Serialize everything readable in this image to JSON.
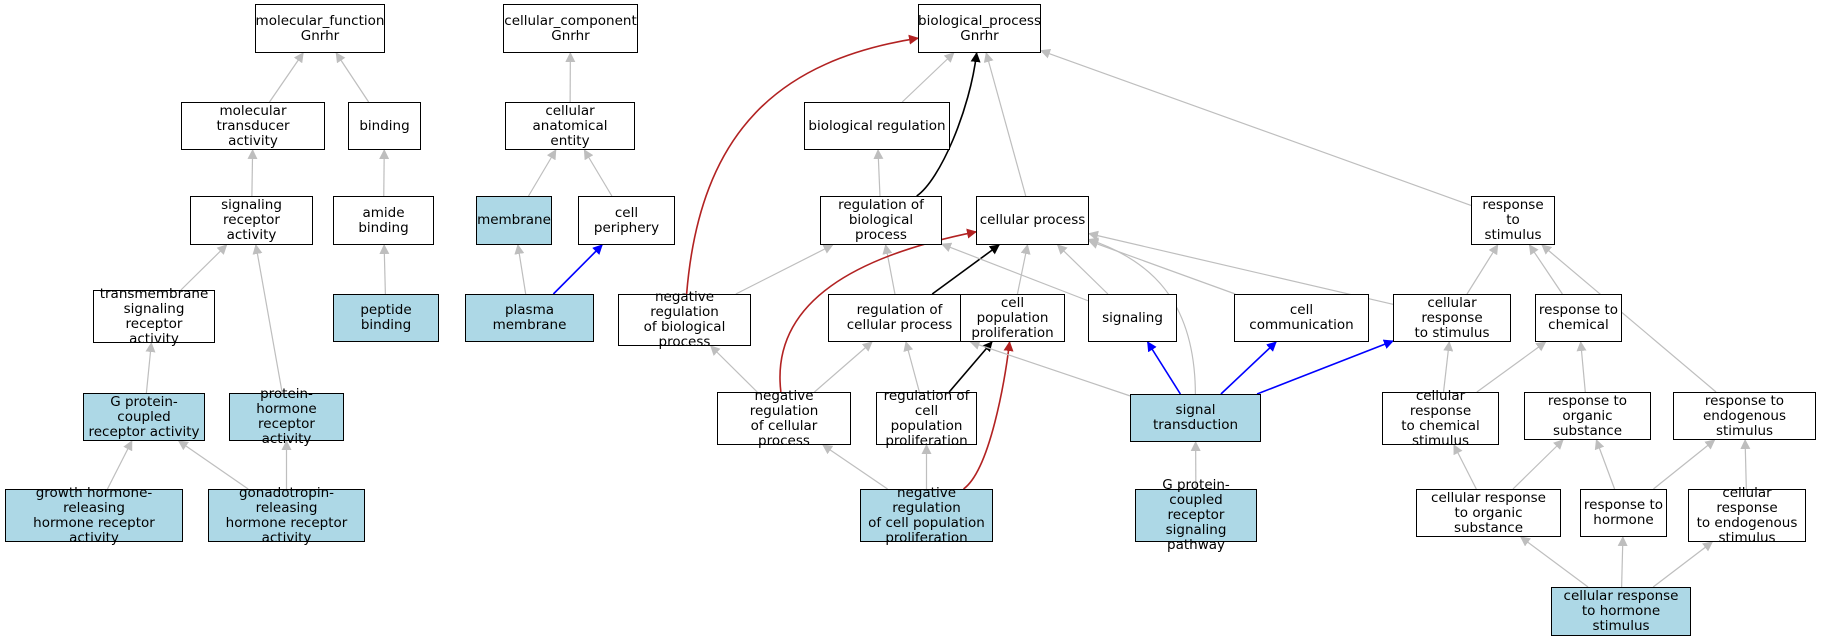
{
  "colors": {
    "highlight_fill": "#add8e6",
    "node_fill": "#ffffff",
    "edge_default": "#bebebe",
    "edge_black": "#000000",
    "edge_red": "#b22222",
    "edge_blue": "#0000ff"
  },
  "nodes": [
    {
      "id": "mf",
      "label": "molecular_function\nGnrhr",
      "highlighted": false
    },
    {
      "id": "mta",
      "label": "molecular transducer\nactivity",
      "highlighted": false
    },
    {
      "id": "binding",
      "label": "binding",
      "highlighted": false
    },
    {
      "id": "sra",
      "label": "signaling receptor\nactivity",
      "highlighted": false
    },
    {
      "id": "amide",
      "label": "amide binding",
      "highlighted": false
    },
    {
      "id": "tsra",
      "label": "transmembrane\nsignaling receptor\nactivity",
      "highlighted": false
    },
    {
      "id": "peptide",
      "label": "peptide binding",
      "highlighted": true
    },
    {
      "id": "gpcr",
      "label": "G protein-coupled\nreceptor activity",
      "highlighted": true
    },
    {
      "id": "phra",
      "label": "protein-hormone\nreceptor activity",
      "highlighted": true
    },
    {
      "id": "ghrh",
      "label": "growth hormone-releasing\nhormone receptor\nactivity",
      "highlighted": true
    },
    {
      "id": "gnrh",
      "label": "gonadotropin-releasing\nhormone receptor\nactivity",
      "highlighted": true
    },
    {
      "id": "cc",
      "label": "cellular_component\nGnrhr",
      "highlighted": false
    },
    {
      "id": "cae",
      "label": "cellular anatomical\nentity",
      "highlighted": false
    },
    {
      "id": "membrane",
      "label": "membrane",
      "highlighted": true
    },
    {
      "id": "cellper",
      "label": "cell periphery",
      "highlighted": false
    },
    {
      "id": "plasma",
      "label": "plasma membrane",
      "highlighted": true
    },
    {
      "id": "bp",
      "label": "biological_process\nGnrhr",
      "highlighted": false
    },
    {
      "id": "bioreg",
      "label": "biological regulation",
      "highlighted": false
    },
    {
      "id": "regbp",
      "label": "regulation of\nbiological process",
      "highlighted": false
    },
    {
      "id": "cellproc",
      "label": "cellular process",
      "highlighted": false
    },
    {
      "id": "respstim",
      "label": "response to\nstimulus",
      "highlighted": false
    },
    {
      "id": "negregbp",
      "label": "negative regulation\nof biological\nprocess",
      "highlighted": false
    },
    {
      "id": "regcp",
      "label": "regulation of\ncellular process",
      "highlighted": false
    },
    {
      "id": "cpp",
      "label": "cell population\nproliferation",
      "highlighted": false
    },
    {
      "id": "signaling",
      "label": "signaling",
      "highlighted": false
    },
    {
      "id": "cellcomm",
      "label": "cell communication",
      "highlighted": false
    },
    {
      "id": "crs",
      "label": "cellular response\nto stimulus",
      "highlighted": false
    },
    {
      "id": "rchem",
      "label": "response to\nchemical",
      "highlighted": false
    },
    {
      "id": "negregcp",
      "label": "negative regulation\nof cellular\nprocess",
      "highlighted": false
    },
    {
      "id": "regcpp",
      "label": "regulation of\ncell population\nproliferation",
      "highlighted": false
    },
    {
      "id": "sigtrans",
      "label": "signal transduction",
      "highlighted": true
    },
    {
      "id": "crcs",
      "label": "cellular response\nto chemical\nstimulus",
      "highlighted": false
    },
    {
      "id": "ros",
      "label": "response to\norganic substance",
      "highlighted": false
    },
    {
      "id": "res",
      "label": "response to\nendogenous stimulus",
      "highlighted": false
    },
    {
      "id": "negregcpp",
      "label": "negative regulation\nof cell population\nproliferation",
      "highlighted": true
    },
    {
      "id": "gpcrsp",
      "label": "G protein-coupled\nreceptor signaling\npathway",
      "highlighted": true
    },
    {
      "id": "cros",
      "label": "cellular response\nto organic substance",
      "highlighted": false
    },
    {
      "id": "rhormone",
      "label": "response to\nhormone",
      "highlighted": false
    },
    {
      "id": "cres",
      "label": "cellular response\nto endogenous\nstimulus",
      "highlighted": false
    },
    {
      "id": "crhs",
      "label": "cellular response\nto hormone stimulus",
      "highlighted": true
    }
  ],
  "edges": [
    {
      "from": "mta",
      "to": "mf",
      "color": "gray"
    },
    {
      "from": "binding",
      "to": "mf",
      "color": "gray"
    },
    {
      "from": "sra",
      "to": "mta",
      "color": "gray"
    },
    {
      "from": "amide",
      "to": "binding",
      "color": "gray"
    },
    {
      "from": "tsra",
      "to": "sra",
      "color": "gray"
    },
    {
      "from": "phra",
      "to": "sra",
      "color": "gray"
    },
    {
      "from": "peptide",
      "to": "amide",
      "color": "gray"
    },
    {
      "from": "gpcr",
      "to": "tsra",
      "color": "gray"
    },
    {
      "from": "ghrh",
      "to": "gpcr",
      "color": "gray"
    },
    {
      "from": "gnrh",
      "to": "gpcr",
      "color": "gray"
    },
    {
      "from": "gnrh",
      "to": "phra",
      "color": "gray"
    },
    {
      "from": "cae",
      "to": "cc",
      "color": "gray"
    },
    {
      "from": "membrane",
      "to": "cae",
      "color": "gray"
    },
    {
      "from": "cellper",
      "to": "cae",
      "color": "gray"
    },
    {
      "from": "plasma",
      "to": "membrane",
      "color": "gray"
    },
    {
      "from": "plasma",
      "to": "cellper",
      "color": "blue"
    },
    {
      "from": "bioreg",
      "to": "bp",
      "color": "gray"
    },
    {
      "from": "regbp",
      "to": "bioreg",
      "color": "gray"
    },
    {
      "from": "regbp",
      "to": "bp",
      "color": "black"
    },
    {
      "from": "cellproc",
      "to": "bp",
      "color": "gray"
    },
    {
      "from": "respstim",
      "to": "bp",
      "color": "gray"
    },
    {
      "from": "negregbp",
      "to": "bp",
      "color": "red"
    },
    {
      "from": "negregbp",
      "to": "regbp",
      "color": "gray"
    },
    {
      "from": "regcp",
      "to": "regbp",
      "color": "gray"
    },
    {
      "from": "regcp",
      "to": "cellproc",
      "color": "black"
    },
    {
      "from": "cpp",
      "to": "cellproc",
      "color": "gray"
    },
    {
      "from": "signaling",
      "to": "cellproc",
      "color": "gray"
    },
    {
      "from": "cellcomm",
      "to": "cellproc",
      "color": "gray"
    },
    {
      "from": "crs",
      "to": "cellproc",
      "color": "gray"
    },
    {
      "from": "crs",
      "to": "respstim",
      "color": "gray"
    },
    {
      "from": "rchem",
      "to": "respstim",
      "color": "gray"
    },
    {
      "from": "res",
      "to": "respstim",
      "color": "gray"
    },
    {
      "from": "negregcp",
      "to": "negregbp",
      "color": "gray"
    },
    {
      "from": "negregcp",
      "to": "regcp",
      "color": "gray"
    },
    {
      "from": "negregcp",
      "to": "cellproc",
      "color": "red"
    },
    {
      "from": "regcpp",
      "to": "regcp",
      "color": "gray"
    },
    {
      "from": "regcpp",
      "to": "cpp",
      "color": "black"
    },
    {
      "from": "negregcpp",
      "to": "negregcp",
      "color": "gray"
    },
    {
      "from": "negregcpp",
      "to": "regcpp",
      "color": "gray"
    },
    {
      "from": "negregcpp",
      "to": "cpp",
      "color": "red"
    },
    {
      "from": "sigtrans",
      "to": "signaling",
      "color": "blue"
    },
    {
      "from": "sigtrans",
      "to": "cellcomm",
      "color": "blue"
    },
    {
      "from": "sigtrans",
      "to": "crs",
      "color": "blue"
    },
    {
      "from": "sigtrans",
      "to": "regcp",
      "color": "gray"
    },
    {
      "from": "sigtrans",
      "to": "cellproc",
      "color": "gray"
    },
    {
      "from": "signaling",
      "to": "regbp",
      "color": "gray"
    },
    {
      "from": "gpcrsp",
      "to": "sigtrans",
      "color": "gray"
    },
    {
      "from": "crcs",
      "to": "crs",
      "color": "gray"
    },
    {
      "from": "crcs",
      "to": "rchem",
      "color": "gray"
    },
    {
      "from": "ros",
      "to": "rchem",
      "color": "gray"
    },
    {
      "from": "cros",
      "to": "crcs",
      "color": "gray"
    },
    {
      "from": "cros",
      "to": "ros",
      "color": "gray"
    },
    {
      "from": "rhormone",
      "to": "ros",
      "color": "gray"
    },
    {
      "from": "rhormone",
      "to": "res",
      "color": "gray"
    },
    {
      "from": "cres",
      "to": "res",
      "color": "gray"
    },
    {
      "from": "crhs",
      "to": "cros",
      "color": "gray"
    },
    {
      "from": "crhs",
      "to": "rhormone",
      "color": "gray"
    },
    {
      "from": "crhs",
      "to": "cres",
      "color": "gray"
    }
  ]
}
